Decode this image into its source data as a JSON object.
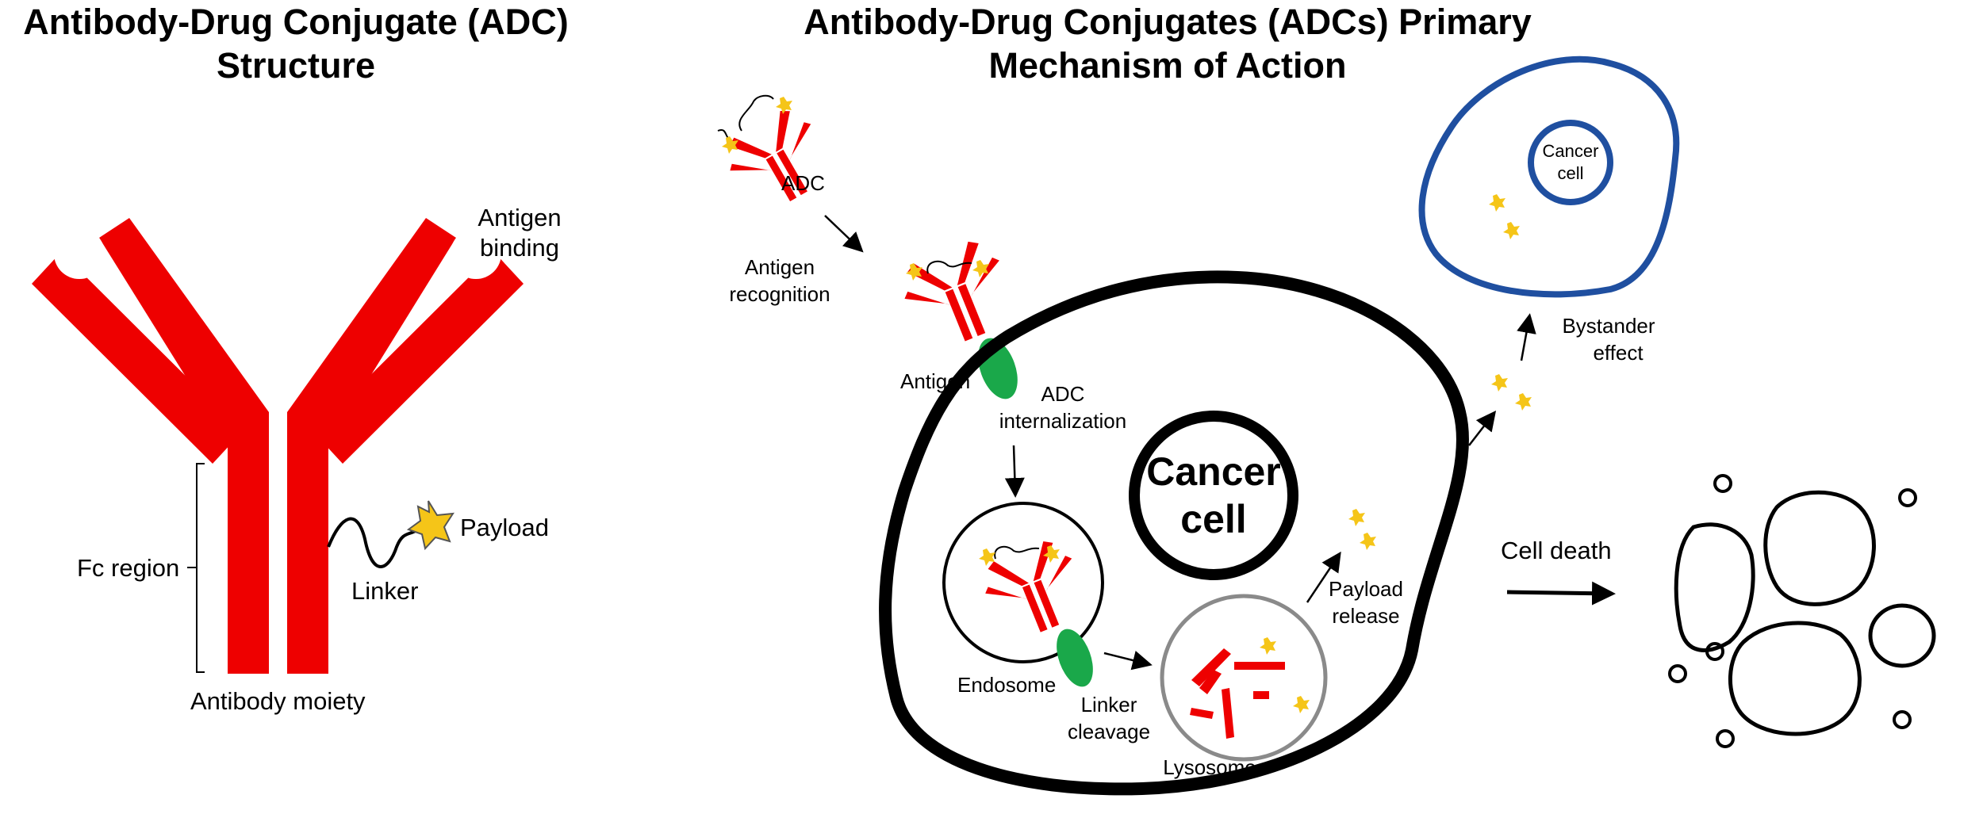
{
  "colors": {
    "antibody": "#ee0000",
    "payload": "#f5c518",
    "antigen": "#1aa84a",
    "cell_outline": "#000000",
    "bystander_outline": "#1f4fa0",
    "lysosome_outline": "#8a8a8a"
  },
  "left_panel": {
    "title_line1": "Antibody-Drug Conjugate (ADC)",
    "title_line2": "Structure",
    "antigen_binding_line1": "Antigen",
    "antigen_binding_line2": "binding",
    "payload": "Payload",
    "linker": "Linker",
    "fc_region": "Fc region",
    "antibody_moiety": "Antibody moiety"
  },
  "right_panel": {
    "title_line1": "Antibody-Drug Conjugates (ADCs) Primary",
    "title_line2": "Mechanism of Action",
    "adc": "ADC",
    "antigen_recognition_line1": "Antigen",
    "antigen_recognition_line2": "recognition",
    "antigen": "Antigen",
    "internalization_line1": "ADC",
    "internalization_line2": "internalization",
    "cancer_cell_line1": "Cancer",
    "cancer_cell_line2": "cell",
    "endosome": "Endosome",
    "linker_cleavage_line1": "Linker",
    "linker_cleavage_line2": "cleavage",
    "lysosome": "Lysosome",
    "payload_release_line1": "Payload",
    "payload_release_line2": "release",
    "bystander_line1": "Bystander",
    "bystander_line2": "effect",
    "bystander_cell_line1": "Cancer",
    "bystander_cell_line2": "cell",
    "cell_death": "Cell death"
  }
}
